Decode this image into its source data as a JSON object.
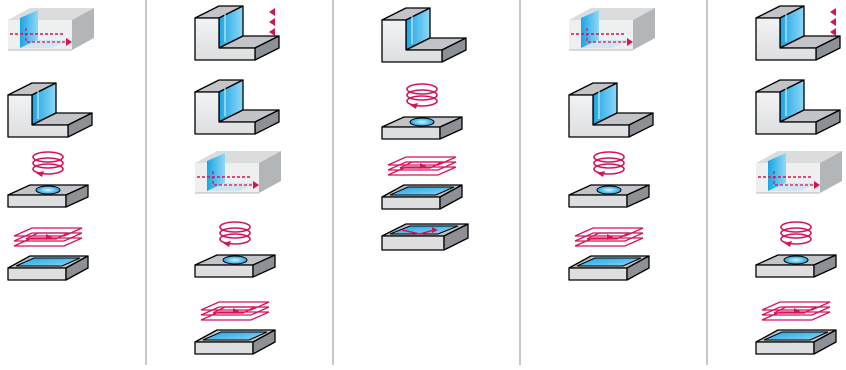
{
  "colors": {
    "divider": "#c9c9c9",
    "metal_top": "#c2c4c7",
    "metal_front": "#dcdee0",
    "metal_side": "#8d9094",
    "pocket": "#1aa4e4",
    "pocket_light": "#8fd7f7",
    "arrow": "#d4145a"
  },
  "columns": [
    {
      "name": "column-1",
      "operations": [
        "wall-finishing",
        "shoulder-milling",
        "helical-milling",
        "pocket-milling"
      ]
    },
    {
      "name": "column-2",
      "operations": [
        "step-milling",
        "shoulder-milling",
        "wall-finishing",
        "helical-milling",
        "pocket-milling"
      ]
    },
    {
      "name": "column-3",
      "operations": [
        "shoulder-milling",
        "helical-milling",
        "pocket-milling",
        "ramping"
      ]
    },
    {
      "name": "column-4",
      "operations": [
        "wall-finishing",
        "shoulder-milling",
        "helical-milling",
        "pocket-milling"
      ]
    },
    {
      "name": "column-5",
      "operations": [
        "step-milling",
        "shoulder-milling",
        "wall-finishing",
        "helical-milling",
        "pocket-milling"
      ]
    }
  ]
}
